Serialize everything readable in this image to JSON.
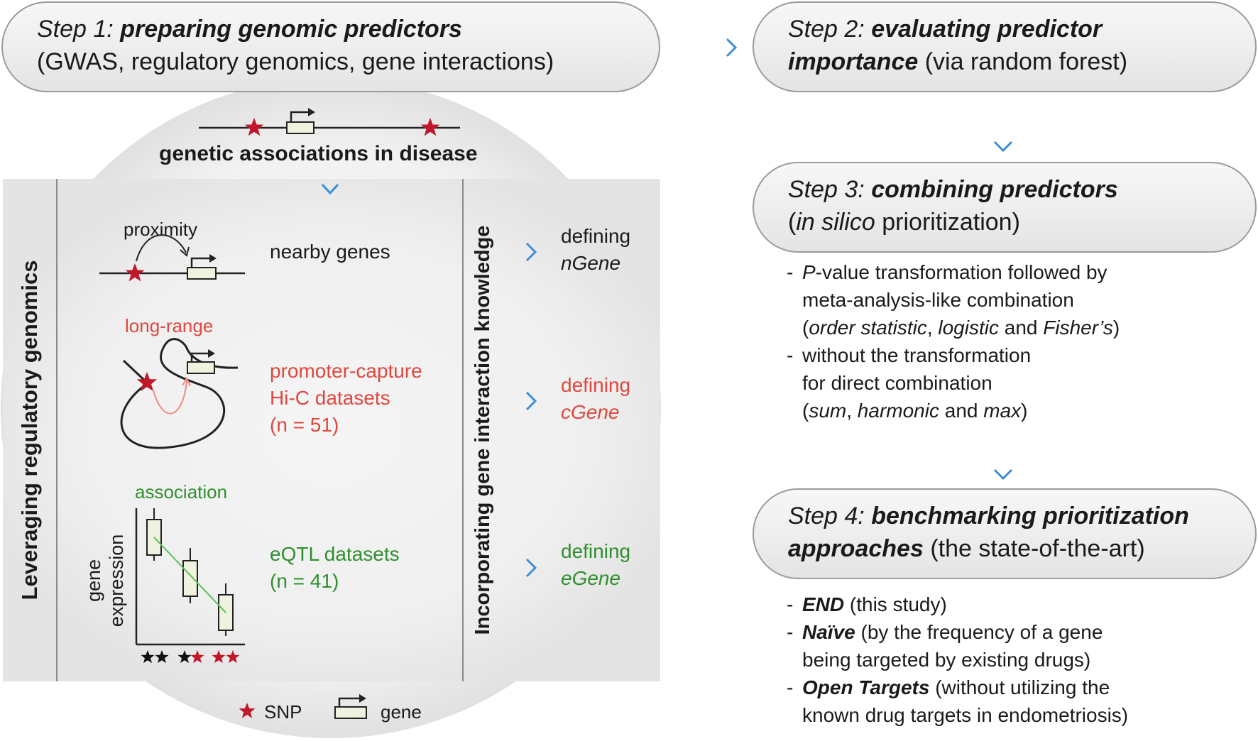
{
  "step1": {
    "label": "Step 1:",
    "title": "preparing genomic predictors",
    "subtitle": "(GWAS, regulatory genomics, gene interactions)"
  },
  "step2": {
    "label": "Step 2:",
    "title_line1": "evaluating predictor",
    "title_line2": "importance",
    "suffix": "(via random forest)"
  },
  "step3": {
    "label": "Step 3:",
    "title": "combining predictors",
    "paren_open": "(",
    "italic": "in silico",
    "rest": "prioritization)"
  },
  "step4": {
    "label": "Step 4:",
    "title_line1": "benchmarking prioritization",
    "title_line2": "approaches",
    "suffix": "(the state-of-the-art)"
  },
  "step3_bullets": [
    {
      "dash": "-",
      "parts": [
        {
          "t": "P",
          "s": "i"
        },
        {
          "t": "-value transformation followed by",
          "s": "n"
        }
      ]
    },
    {
      "dash": "",
      "parts": [
        {
          "t": "meta-analysis-like combination",
          "s": "n"
        }
      ]
    },
    {
      "dash": "",
      "parts": [
        {
          "t": "(",
          "s": "n"
        },
        {
          "t": "order statistic",
          "s": "i"
        },
        {
          "t": ", ",
          "s": "n"
        },
        {
          "t": "logistic",
          "s": "i"
        },
        {
          "t": " and ",
          "s": "n"
        },
        {
          "t": "Fisher’s",
          "s": "i"
        },
        {
          "t": ")",
          "s": "n"
        }
      ]
    },
    {
      "dash": "-",
      "parts": [
        {
          "t": "without the transformation",
          "s": "n"
        }
      ]
    },
    {
      "dash": "",
      "parts": [
        {
          "t": "for direct combination",
          "s": "n"
        }
      ]
    },
    {
      "dash": "",
      "parts": [
        {
          "t": "(",
          "s": "n"
        },
        {
          "t": "sum",
          "s": "i"
        },
        {
          "t": ", ",
          "s": "n"
        },
        {
          "t": "harmonic",
          "s": "i"
        },
        {
          "t": " and ",
          "s": "n"
        },
        {
          "t": "max",
          "s": "i"
        },
        {
          "t": ")",
          "s": "n"
        }
      ]
    }
  ],
  "step4_bullets": [
    {
      "dash": "-",
      "parts": [
        {
          "t": "END",
          "s": "bi"
        },
        {
          "t": " (this study)",
          "s": "n"
        }
      ]
    },
    {
      "dash": "-",
      "parts": [
        {
          "t": "Naïve",
          "s": "bi"
        },
        {
          "t": " (by the frequency of a gene",
          "s": "n"
        }
      ]
    },
    {
      "dash": "",
      "parts": [
        {
          "t": "being targeted by existing drugs)",
          "s": "n"
        }
      ]
    },
    {
      "dash": "-",
      "parts": [
        {
          "t": "Open Targets",
          "s": "bi"
        },
        {
          "t": " (without utilizing the",
          "s": "n"
        }
      ]
    },
    {
      "dash": "",
      "parts": [
        {
          "t": "known drug targets in endometriosis)",
          "s": "n"
        }
      ]
    }
  ],
  "panel": {
    "genetic_associations": "genetic associations in disease",
    "left_vertical": "Leveraging regulatory genomics",
    "right_vertical": "Incorporating gene interaction knowledge",
    "proximity": "proximity",
    "nearby_genes": "nearby genes",
    "long_range": "long-range",
    "hic_line1": "promoter-capture",
    "hic_line2": "Hi-C datasets",
    "hic_line3": "(n = 51)",
    "association": "association",
    "ylabel_line1": "gene",
    "ylabel_line2": "expression",
    "eqtl_line1": "eQTL datasets",
    "eqtl_line2": "(n = 41)",
    "n_defining": "defining",
    "n_gene": "nGene",
    "c_defining": "defining",
    "c_gene": "cGene",
    "e_defining": "defining",
    "e_gene": "eGene"
  },
  "legend": {
    "snp": "SNP",
    "gene": "gene"
  },
  "colors": {
    "red": "#e0473f",
    "green": "#2f8f2f",
    "arrow": "#3b8fd6",
    "star": "#c0182b",
    "gene_fill": "#f0f1de"
  }
}
